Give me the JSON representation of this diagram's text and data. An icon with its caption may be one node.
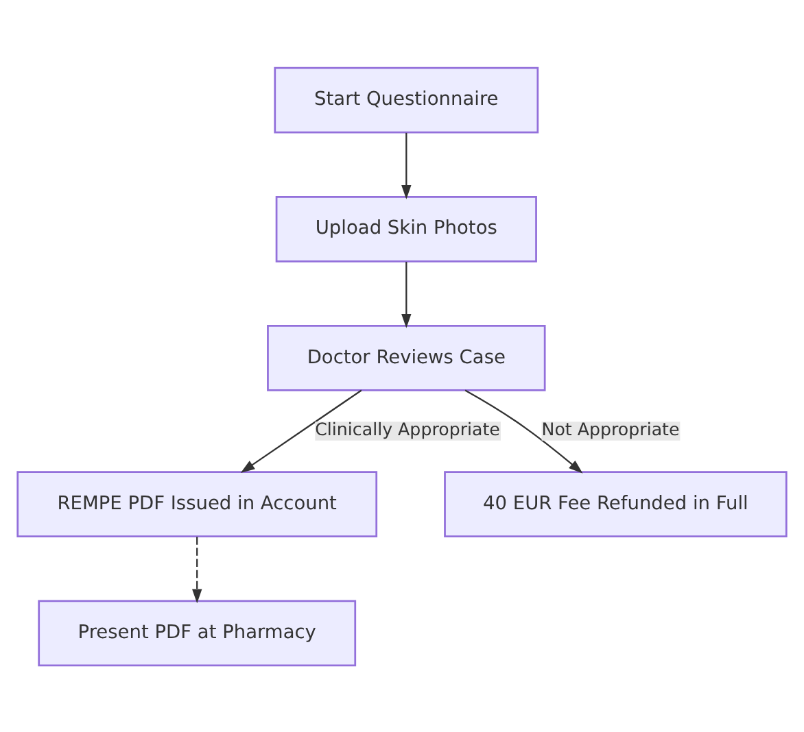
{
  "diagram": {
    "nodes": [
      {
        "text": [
          "Start Questionnaire"
        ]
      },
      {
        "text": [
          "Upload Skin Photos"
        ]
      },
      {
        "text": [
          "Doctor Reviews Case"
        ]
      },
      {
        "text": [
          "REMPE PDF Issued in Account"
        ]
      },
      {
        "text": [
          "40 EUR Fee Refunded in Full"
        ]
      },
      {
        "text": [
          "Present PDF at Pharmacy"
        ]
      }
    ],
    "edges": [
      {
        "from": 0,
        "to": 1,
        "arrow": "to"
      },
      {
        "from": 1,
        "to": 2,
        "arrow": "to"
      },
      {
        "from": 2,
        "to": 3,
        "arrow": "to",
        "label": "Clinically Appropriate"
      },
      {
        "from": 2,
        "to": 4,
        "arrow": "to",
        "label": "Not Appropriate"
      },
      {
        "from": 3,
        "to": 5,
        "arrow": "to",
        "style": "dashed"
      }
    ]
  }
}
